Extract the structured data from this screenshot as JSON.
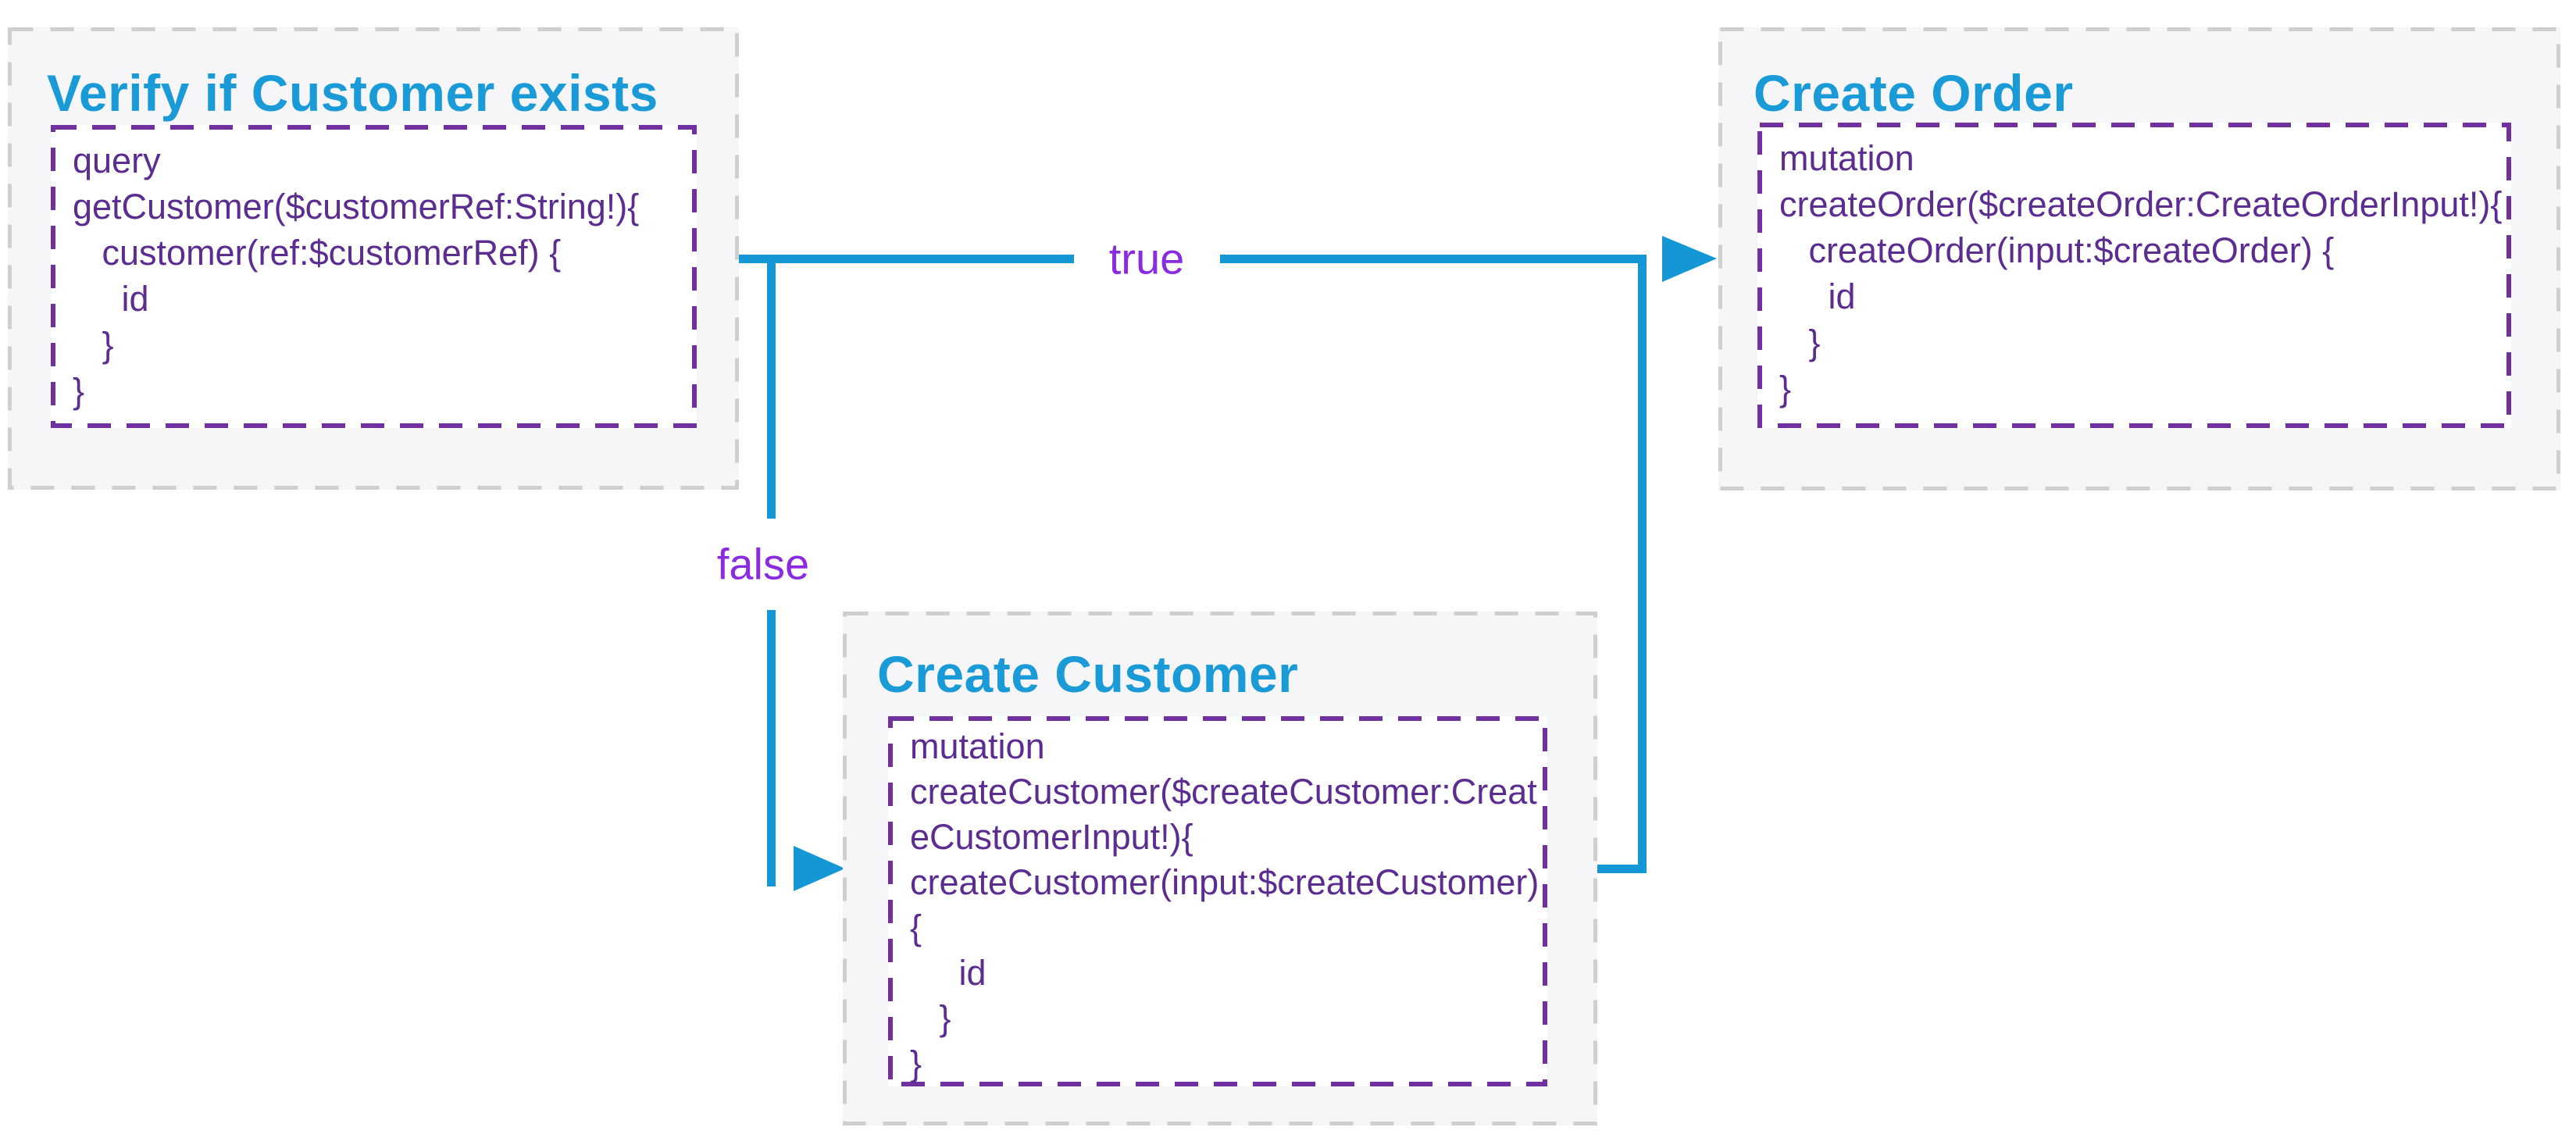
{
  "nodes": [
    {
      "id": "verify-if-customer-exists",
      "title": "Verify if Customer exists",
      "code": "query\ngetCustomer($customerRef:String!){\n   customer(ref:$customerRef) {\n     id\n   }\n}"
    },
    {
      "id": "create-order",
      "title": "Create Order",
      "code": "mutation\ncreateOrder($createOrder:CreateOrderInput!){\n   createOrder(input:$createOrder) {\n     id\n   }\n}"
    },
    {
      "id": "create-customer",
      "title": "Create Customer",
      "code": "mutation\ncreateCustomer($createCustomer:Creat\neCustomerInput!){\ncreateCustomer(input:$createCustomer)\n{\n     id\n   }\n}"
    }
  ],
  "edges": [
    {
      "label": "true",
      "from": "verify-if-customer-exists",
      "to": "create-order"
    },
    {
      "label": "false",
      "from": "verify-if-customer-exists",
      "to": "create-customer"
    },
    {
      "label": "",
      "from": "create-customer",
      "to": "create-order"
    }
  ],
  "colors": {
    "title_blue": "#1A9BD7",
    "arrow_blue": "#1497D4",
    "code_purple": "#5B2D90",
    "code_border_purple": "#7030A0",
    "edge_label_purple": "#8A2BE2",
    "node_fill": "#F6F6F8",
    "node_border_gray": "#CFCFCF"
  }
}
